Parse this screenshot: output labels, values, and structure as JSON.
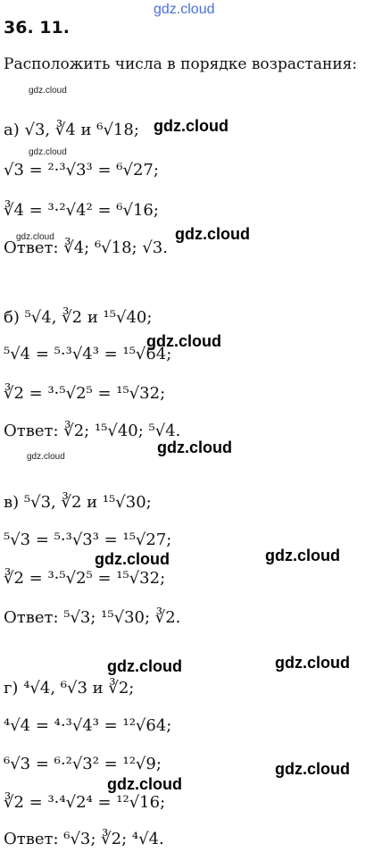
{
  "site_watermark_top": "gdz.cloud",
  "title": "36. 11.",
  "intro": "Расположить числа в порядке возрастания:",
  "watermarks": {
    "small": "gdz.cloud",
    "large": "gdz.cloud"
  },
  "a": {
    "label": "а)",
    "problem": "√3,  ∛4  и  ⁶√18;",
    "line1": "√3 = ²·³√3³ = ⁶√27;",
    "line2": "∛4 = ³·²√4² = ⁶√16;",
    "answer": "Ответ: ∛4; ⁶√18; √3."
  },
  "b": {
    "label": "б)",
    "problem": "⁵√4,  ∛2  и  ¹⁵√40;",
    "line1": "⁵√4 = ⁵·³√4³ = ¹⁵√64;",
    "line2": "∛2 = ³·⁵√2⁵ = ¹⁵√32;",
    "answer": "Ответ: ∛2; ¹⁵√40; ⁵√4."
  },
  "v": {
    "label": "в)",
    "problem": "⁵√3,  ∛2  и  ¹⁵√30;",
    "line1": "⁵√3 = ⁵·³√3³ = ¹⁵√27;",
    "line2": "∛2 = ³·⁵√2⁵ = ¹⁵√32;",
    "answer": "Ответ: ⁵√3; ¹⁵√30; ∛2."
  },
  "g": {
    "label": "г)",
    "problem": "⁴√4,  ⁶√3  и  ∛2;",
    "line1": "⁴√4 = ⁴·³√4³ = ¹²√64;",
    "line2": "⁶√3 = ⁶·²√3² = ¹²√9;",
    "line3": "∛2 = ³·⁴√2⁴ = ¹²√16;",
    "answer": "Ответ: ⁶√3; ∛2; ⁴√4."
  }
}
